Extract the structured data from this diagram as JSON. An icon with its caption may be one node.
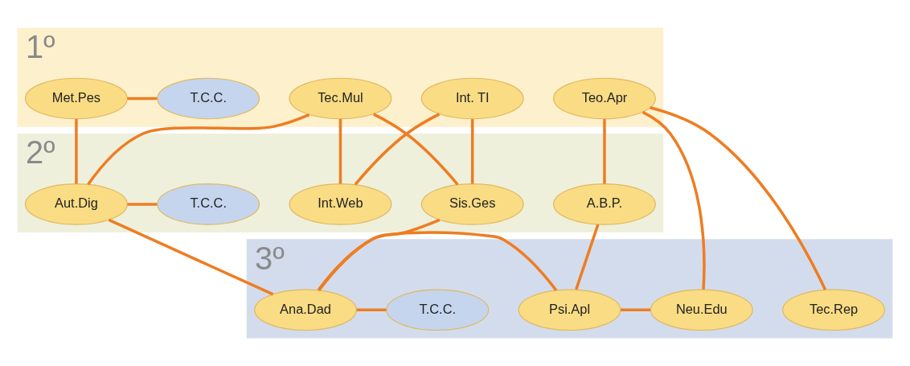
{
  "diagram": {
    "nodes": [
      {
        "text": [
          "1º"
        ]
      },
      {
        "text": [
          "Int. TI"
        ],
        "in": 0
      },
      {
        "text": [
          "Tec.Mul"
        ],
        "in": 0
      },
      {
        "text": [
          "Teo.Apr"
        ],
        "in": 0
      },
      {
        "text": [
          "Met.Pes"
        ],
        "in": 0
      },
      {
        "text": [
          "T.C.C."
        ],
        "in": 0
      },
      {
        "text": [
          "2º"
        ]
      },
      {
        "text": [
          "Int.Web"
        ],
        "in": 6
      },
      {
        "text": [
          "Sis.Ges"
        ],
        "in": 6
      },
      {
        "text": [
          "A.B.P."
        ],
        "in": 6
      },
      {
        "text": [
          "Aut.Dig"
        ],
        "in": 6
      },
      {
        "text": [
          "T.C.C."
        ],
        "in": 6
      },
      {
        "text": [
          "3º"
        ]
      },
      {
        "text": [
          "Tec.Rep"
        ],
        "in": 12
      },
      {
        "text": [
          "Neu.Edu"
        ],
        "in": 12
      },
      {
        "text": [
          "Psi.Apl"
        ],
        "in": 12
      },
      {
        "text": [
          "Ana.Dad"
        ],
        "in": 12
      },
      {
        "text": [
          "T.C.C."
        ],
        "in": 12
      }
    ],
    "edges": [
      {
        "from": 1,
        "to": 7,
        "arrow": "none"
      },
      {
        "from": 1,
        "to": 8,
        "arrow": "none"
      },
      {
        "from": 2,
        "to": 7,
        "arrow": "none"
      },
      {
        "from": 2,
        "to": 8,
        "arrow": "none"
      },
      {
        "from": 2,
        "to": 10,
        "arrow": "none"
      },
      {
        "from": 3,
        "to": 9,
        "arrow": "none"
      },
      {
        "from": 3,
        "to": 14,
        "arrow": "none"
      },
      {
        "from": 3,
        "to": 13,
        "arrow": "none"
      },
      {
        "from": 4,
        "to": 5,
        "arrow": "none"
      },
      {
        "from": 4,
        "to": 10,
        "arrow": "none"
      },
      {
        "from": 10,
        "to": 11,
        "arrow": "none"
      },
      {
        "from": 10,
        "to": 16,
        "arrow": "none"
      },
      {
        "from": 8,
        "to": 16,
        "arrow": "none"
      },
      {
        "from": 9,
        "to": 15,
        "arrow": "none"
      },
      {
        "from": 15,
        "to": 16,
        "arrow": "none"
      },
      {
        "from": 16,
        "to": 17,
        "arrow": "none"
      },
      {
        "from": 14,
        "to": 15,
        "arrow": "none"
      }
    ]
  }
}
